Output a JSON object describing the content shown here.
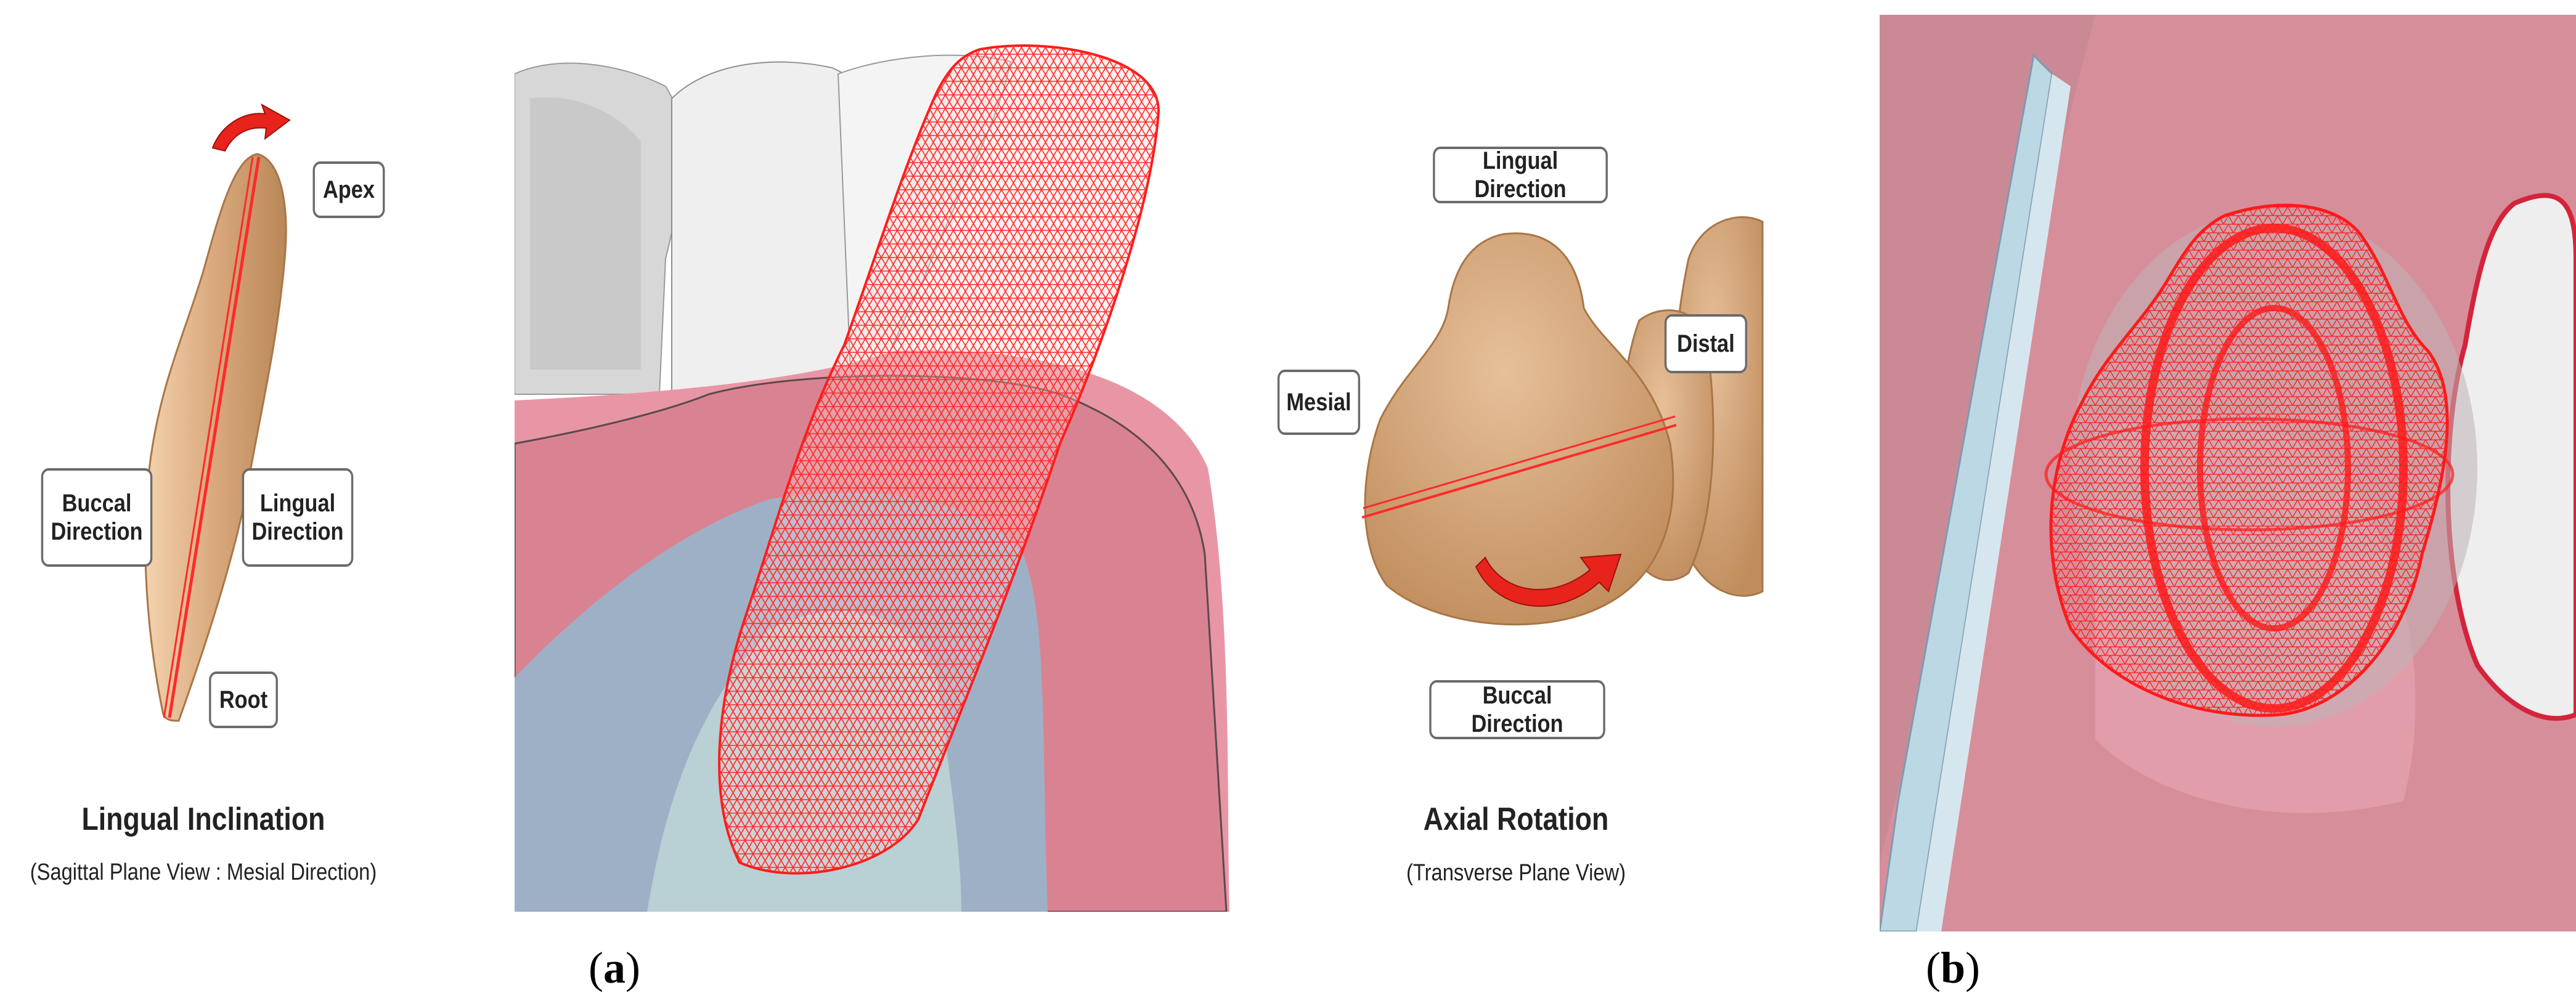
{
  "left_figure": {
    "labels": {
      "apex": "Apex",
      "buccal": "Buccal\nDirection",
      "lingual": "Lingual\nDirection",
      "root": "Root"
    },
    "caption_title": "Lingual Inclination",
    "caption_sub": "(Sagittal Plane View : Mesial Direction)"
  },
  "rotation_figure": {
    "labels": {
      "lingual_direction": "Lingual Direction",
      "distal": "Distal",
      "mesial": "Mesial",
      "buccal_direction": "Buccal Direction"
    },
    "caption_title": "Axial Rotation",
    "caption_sub": "(Transverse Plane View)"
  },
  "panel_labels": {
    "a": {
      "open": "(",
      "letter": "a",
      "close": ")"
    },
    "b": {
      "open": "(",
      "letter": "b",
      "close": ")"
    }
  },
  "colors": {
    "tooth_tan": "#d9b08a",
    "mesh_red": "#ff2020",
    "gum_pink": "#d98392",
    "bone_blue": "#9eb0c6",
    "arrow_red": "#e8231c"
  }
}
